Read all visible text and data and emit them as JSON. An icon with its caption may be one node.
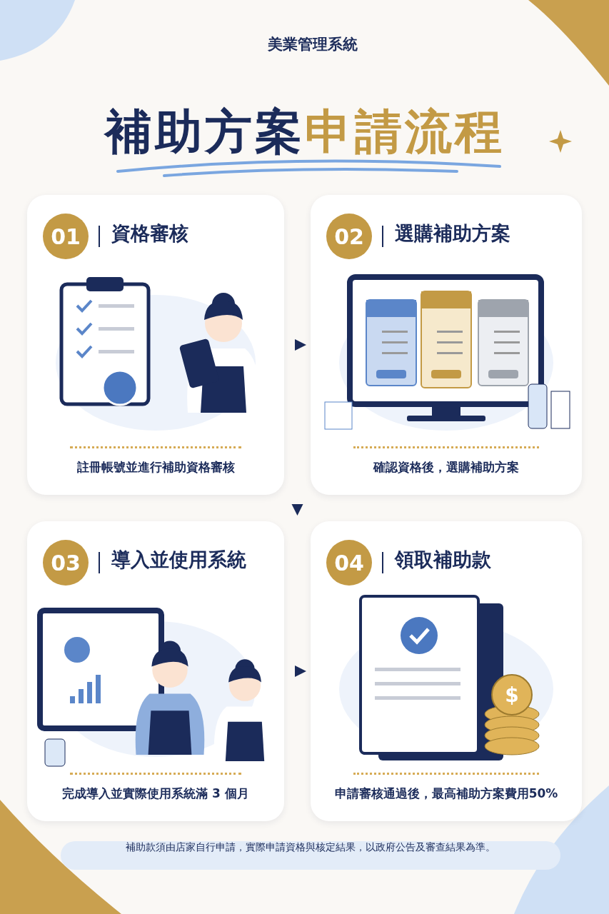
{
  "diagram": {
    "title": "補助方案申請流程",
    "nodes": [
      {
        "text": [
          "01",
          "資格審核",
          "註冊帳號並進行補助資格審核"
        ]
      },
      {
        "text": [
          "02",
          "選購補助方案",
          "確認資格後，選購補助方案"
        ]
      },
      {
        "text": [
          "03",
          "導入並使用系統",
          "完成導入並實際使用系統滿 3 個月"
        ]
      },
      {
        "text": [
          "04",
          "領取補助款",
          "申請審核通過後，最高補助方案費用50%"
        ]
      }
    ],
    "edges": [
      {
        "from": 0,
        "to": 1,
        "arrow": "to"
      },
      {
        "from": 1,
        "to": 2,
        "arrow": "to"
      },
      {
        "from": 2,
        "to": 3,
        "arrow": "to"
      }
    ],
    "labels": [
      "美業管理系統",
      "$",
      "補助款須由店家自行申請，實際申請資格與核定結果，以政府公告及審查結果為準。"
    ]
  }
}
